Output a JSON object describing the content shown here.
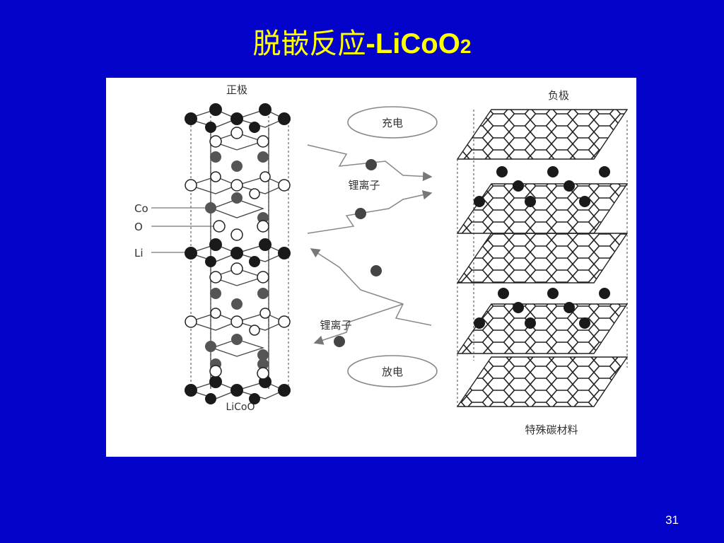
{
  "slide": {
    "title_prefix": "脱嵌反应",
    "title_formula": "-LiCoO",
    "title_subscript": "2",
    "page_number": "31"
  },
  "figure": {
    "cathode_label": "正极",
    "anode_label": "负极",
    "cathode_formula": "LiCoO",
    "anode_material": "特殊碳材料",
    "charge_label": "充电",
    "discharge_label": "放电",
    "ion_label_top": "锂离子",
    "ion_label_bottom": "锂离子",
    "legend": [
      "Co",
      "O",
      "Li"
    ]
  }
}
